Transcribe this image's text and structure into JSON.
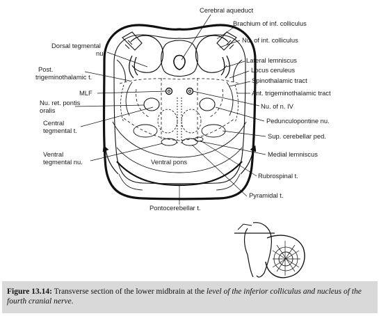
{
  "labels": {
    "cerebral_aqueduct": "Cerebral aqueduct",
    "brachium_inf_colliculus": "Brachium of inf. colliculus",
    "nu_int_colliculus": "Nu. of int. colliculus",
    "dorsal_tegmental_1": "Dorsal tegmental",
    "dorsal_tegmental_2": "nu.",
    "lateral_lemniscus": "Lateral lemniscus",
    "locus_ceruleus": "Locus ceruleus",
    "post_trigemino_1": "Post.",
    "post_trigemino_2": "trigeminothalamic t.",
    "spinothalamic_tract": "Spinothalamic tract",
    "mlf": "MLF",
    "ant_trigemino": "Ant. trigeminothalamic tract",
    "nu_ret_pontis_1": "Nu. ret. pontis",
    "nu_ret_pontis_2": "oralis",
    "nu_n_iv": "Nu. of n. IV",
    "central_tegmental_1": "Central",
    "central_tegmental_2": "tegmental t.",
    "pedunculopontine": "Pedunculopontine nu.",
    "sup_cerebellar_ped": "Sup. cerebellar ped.",
    "ventral_tegmental_1": "Ventral",
    "ventral_tegmental_2": "tegmental nu.",
    "medial_lemniscus": "Medial lemniscus",
    "ventral_pons": "Ventral pons",
    "rubrospinal": "Rubrospinal t.",
    "pyramidal": "Pyramidal t.",
    "pontocerebellar": "Pontocerebellar t."
  },
  "caption": {
    "label": "Figure 13.14:",
    "text_plain": " Transverse section of the lower midbrain at the ",
    "text_italic": "level of the inferior colliculus and nucleus of the fourth cranial nerve",
    "text_end": "."
  }
}
